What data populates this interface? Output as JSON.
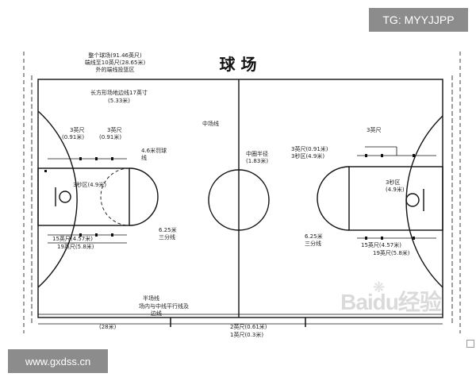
{
  "diagram": {
    "title": "球 场",
    "labels": {
      "top_left_1": "整个球场(91.46英尺)",
      "top_left_2": "端线至10英尺(28.65米)",
      "top_left_3": "外的端线投篮区",
      "sideline_note_1": "长方形场地边线17英寸",
      "sideline_note_2": "(5.33米)",
      "center_line": "中场线",
      "center_circle": "中圈半径",
      "center_circle_2": "(1.83米)",
      "left_small_1": "3英尺",
      "left_small_2": "(0.91米)",
      "left_small_3": "3英尺",
      "left_small_4": "(0.91米)",
      "left_key": "3秒区(4.9米)",
      "left_ft": "4.6米罚球",
      "left_ft_2": "线",
      "left_arc_1": "6.25米",
      "left_arc_2": "三分线",
      "left_bottom_1": "15英尺(4.57米)",
      "left_bottom_2": "19英尺(5.8米)",
      "right_top_1": "3英尺(0.91米)",
      "right_top_2": "3秒区(4.9米)",
      "right_top_3": "3英尺",
      "right_key": "3秒区",
      "right_key_2": "(4.9米)",
      "right_arc_1": "6.25米",
      "right_arc_2": "三分线",
      "right_bottom_1": "15英尺(4.57米)",
      "right_bottom_2": "19英尺(5.8米)",
      "bottom_center_1": "半场线",
      "bottom_center_2": "场内与中线平行线及",
      "bottom_center_3": "边线",
      "bottom_left": "(28米)",
      "bottom_mid_1": "2英尺(0.61米)",
      "bottom_mid_2": "1英尺(0.3米)"
    }
  },
  "badges": {
    "tg": "TG: MYYJJPP",
    "site": "www.gxdss.cn"
  },
  "watermark": {
    "text": "Baidu经验"
  }
}
